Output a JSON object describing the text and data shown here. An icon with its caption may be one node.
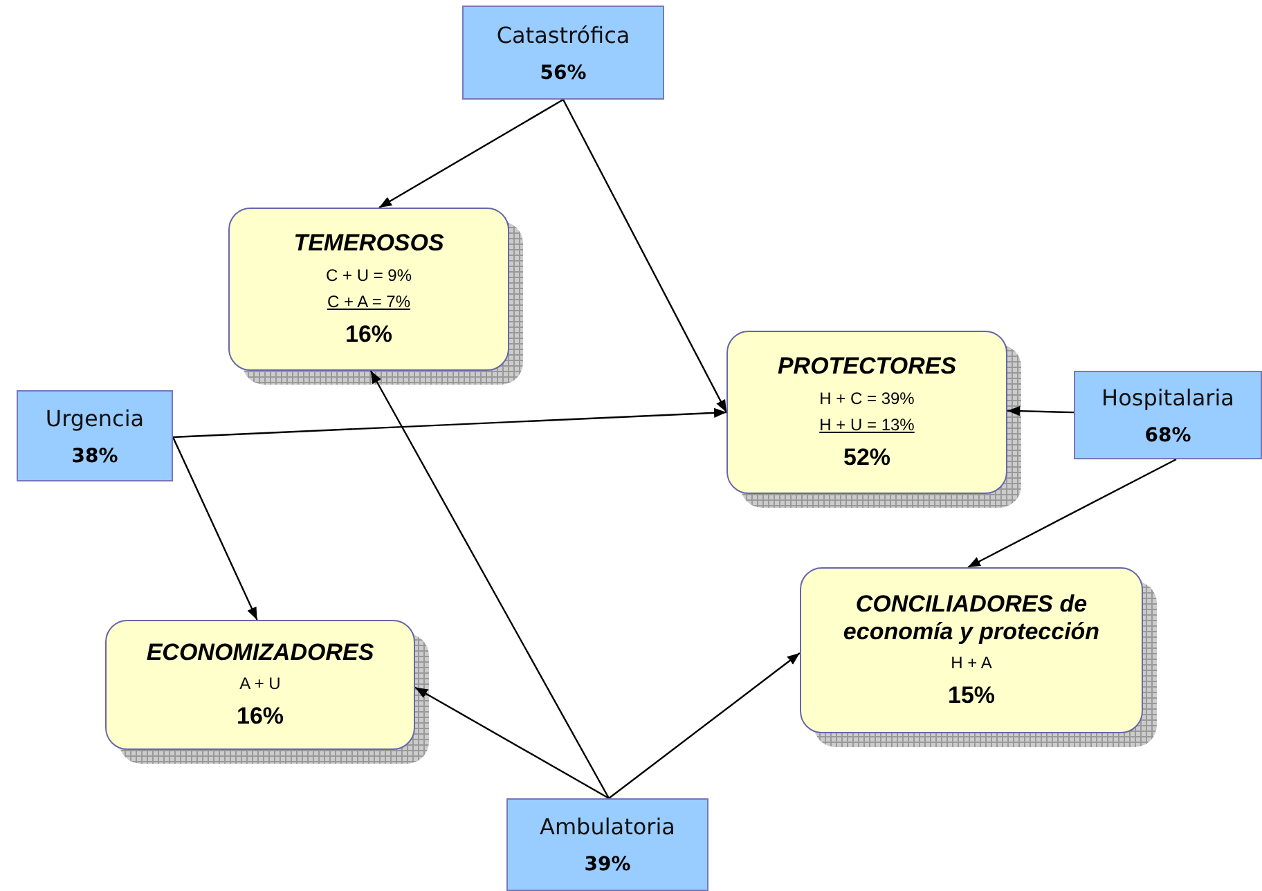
{
  "diagram": {
    "nodes": [
      {
        "text": [
          "Catastrófica",
          "56%"
        ]
      },
      {
        "text": [
          "TEMEROSOS",
          "C + U = 9%",
          "C + A = 7%",
          "16%"
        ]
      },
      {
        "text": [
          "Urgencia",
          "38%"
        ]
      },
      {
        "text": [
          "PROTECTORES",
          "H + C = 39%",
          "H + U = 13%",
          "52%"
        ]
      },
      {
        "text": [
          "Hospitalaria",
          "68%"
        ]
      },
      {
        "text": [
          "ECONOMIZADORES",
          "A + U",
          "16%"
        ]
      },
      {
        "text": [
          "CONCILIADORES de economía y protección",
          "H + A",
          "15%"
        ]
      },
      {
        "text": [
          "Ambulatoria",
          "39%"
        ]
      }
    ],
    "edges": [
      {
        "from": 0,
        "to": 1,
        "arrow": "to"
      },
      {
        "from": 0,
        "to": 3,
        "arrow": "to"
      },
      {
        "from": 2,
        "to": 3,
        "arrow": "to"
      },
      {
        "from": 2,
        "to": 5,
        "arrow": "to"
      },
      {
        "from": 4,
        "to": 3,
        "arrow": "to"
      },
      {
        "from": 4,
        "to": 6,
        "arrow": "to"
      },
      {
        "from": 7,
        "to": 5,
        "arrow": "to"
      },
      {
        "from": 7,
        "to": 1,
        "arrow": "to"
      },
      {
        "from": 7,
        "to": 6,
        "arrow": "to"
      }
    ]
  }
}
